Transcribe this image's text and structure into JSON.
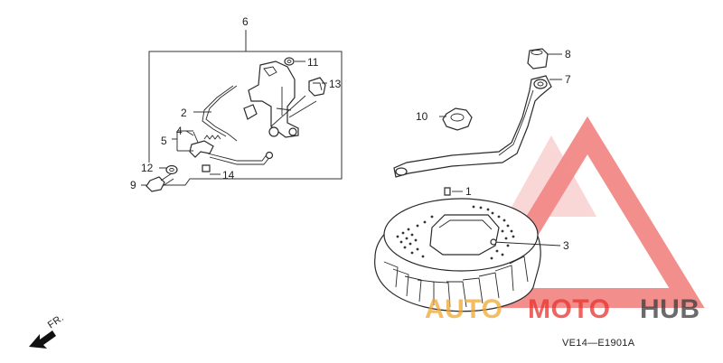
{
  "callouts": {
    "c1": "1",
    "c2": "2",
    "c3": "3",
    "c4": "4",
    "c5": "5",
    "c6": "6",
    "c7": "7",
    "c8": "8",
    "c9": "9",
    "c10": "10",
    "c11": "11",
    "c12": "12",
    "c13": "13",
    "c14": "14"
  },
  "direction_label": "FR.",
  "diagram_ref": "VE14—E1901A",
  "watermark": {
    "part1": "AUTO",
    "part2": "MOTO",
    "part3": "HUB"
  },
  "colors": {
    "watermark_red": "#e8322e",
    "watermark_orange": "#f0a830",
    "watermark_dark": "#3a3a3a",
    "line": "#2a2a2a"
  }
}
